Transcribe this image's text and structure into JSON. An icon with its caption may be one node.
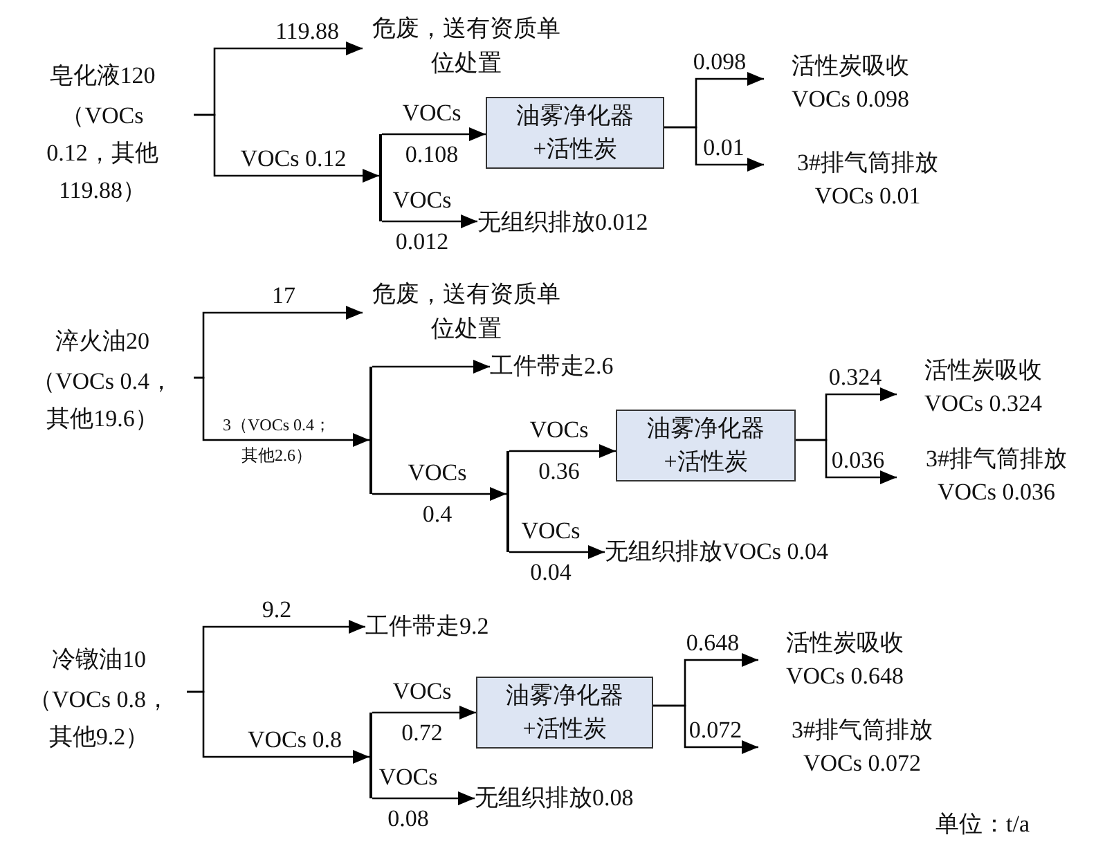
{
  "diagram": {
    "nodes": [
      {
        "text": [
          "皂化液120",
          "（VOCs 0.12，其他119.88）"
        ]
      },
      {
        "text": [
          "危废，送有资质单位处置"
        ]
      },
      {
        "text": [],
        "shape": "bar"
      },
      {
        "text": [
          "油雾净化器",
          "+活性炭"
        ]
      },
      {
        "text": [
          "无组织排放0.012"
        ]
      },
      {
        "text": [
          "活性炭吸收",
          "VOCs 0.098"
        ]
      },
      {
        "text": [
          "3#排气筒排放",
          "VOCs 0.01"
        ]
      },
      {
        "text": [
          "淬火油20",
          "（VOCs 0.4，其他19.6）"
        ]
      },
      {
        "text": [
          "危废，送有资质单位处置"
        ]
      },
      {
        "text": [],
        "shape": "bar"
      },
      {
        "text": [
          "工件带走2.6"
        ]
      },
      {
        "text": [],
        "shape": "bar"
      },
      {
        "text": [
          "油雾净化器",
          "+活性炭"
        ]
      },
      {
        "text": [
          "无组织排放VOCs 0.04"
        ]
      },
      {
        "text": [
          "活性炭吸收",
          "VOCs 0.324"
        ]
      },
      {
        "text": [
          "3#排气筒排放",
          "VOCs 0.036"
        ]
      },
      {
        "text": [
          "冷镦油10",
          "（VOCs 0.8，其他9.2）"
        ]
      },
      {
        "text": [
          "工件带走9.2"
        ]
      },
      {
        "text": [],
        "shape": "bar"
      },
      {
        "text": [
          "油雾净化器",
          "+活性炭"
        ]
      },
      {
        "text": [
          "无组织排放0.08"
        ]
      },
      {
        "text": [
          "活性炭吸收",
          "VOCs 0.648"
        ]
      },
      {
        "text": [
          "3#排气筒排放",
          "VOCs 0.072"
        ]
      }
    ],
    "edges": [
      {
        "from": 0,
        "to": 1,
        "arrow": "to",
        "label": "119.88"
      },
      {
        "from": 0,
        "to": 2,
        "arrow": "to",
        "label": "VOCs 0.12"
      },
      {
        "from": 2,
        "to": 3,
        "arrow": "to",
        "label": "VOCs 0.108"
      },
      {
        "from": 2,
        "to": 4,
        "arrow": "to",
        "label": "VOCs 0.012"
      },
      {
        "from": 3,
        "to": 5,
        "arrow": "to",
        "label": "0.098"
      },
      {
        "from": 3,
        "to": 6,
        "arrow": "to",
        "label": "0.01"
      },
      {
        "from": 7,
        "to": 8,
        "arrow": "to",
        "label": "17"
      },
      {
        "from": 7,
        "to": 9,
        "arrow": "to",
        "label": "3（VOCs 0.4；其他2.6）"
      },
      {
        "from": 9,
        "to": 10,
        "arrow": "to"
      },
      {
        "from": 9,
        "to": 11,
        "arrow": "to",
        "label": "VOCs 0.4"
      },
      {
        "from": 11,
        "to": 12,
        "arrow": "to",
        "label": "VOCs 0.36"
      },
      {
        "from": 11,
        "to": 13,
        "arrow": "to",
        "label": "VOCs 0.04"
      },
      {
        "from": 12,
        "to": 14,
        "arrow": "to",
        "label": "0.324"
      },
      {
        "from": 12,
        "to": 15,
        "arrow": "to",
        "label": "0.036"
      },
      {
        "from": 16,
        "to": 17,
        "arrow": "to",
        "label": "9.2"
      },
      {
        "from": 16,
        "to": 18,
        "arrow": "to",
        "label": "VOCs 0.8"
      },
      {
        "from": 18,
        "to": 19,
        "arrow": "to",
        "label": "VOCs 0.72"
      },
      {
        "from": 18,
        "to": 20,
        "arrow": "to",
        "label": "VOCs 0.08"
      },
      {
        "from": 19,
        "to": 21,
        "arrow": "to",
        "label": "0.648"
      },
      {
        "from": 19,
        "to": 22,
        "arrow": "to",
        "label": "0.072"
      }
    ],
    "labels": [
      "单位：t/a"
    ]
  }
}
